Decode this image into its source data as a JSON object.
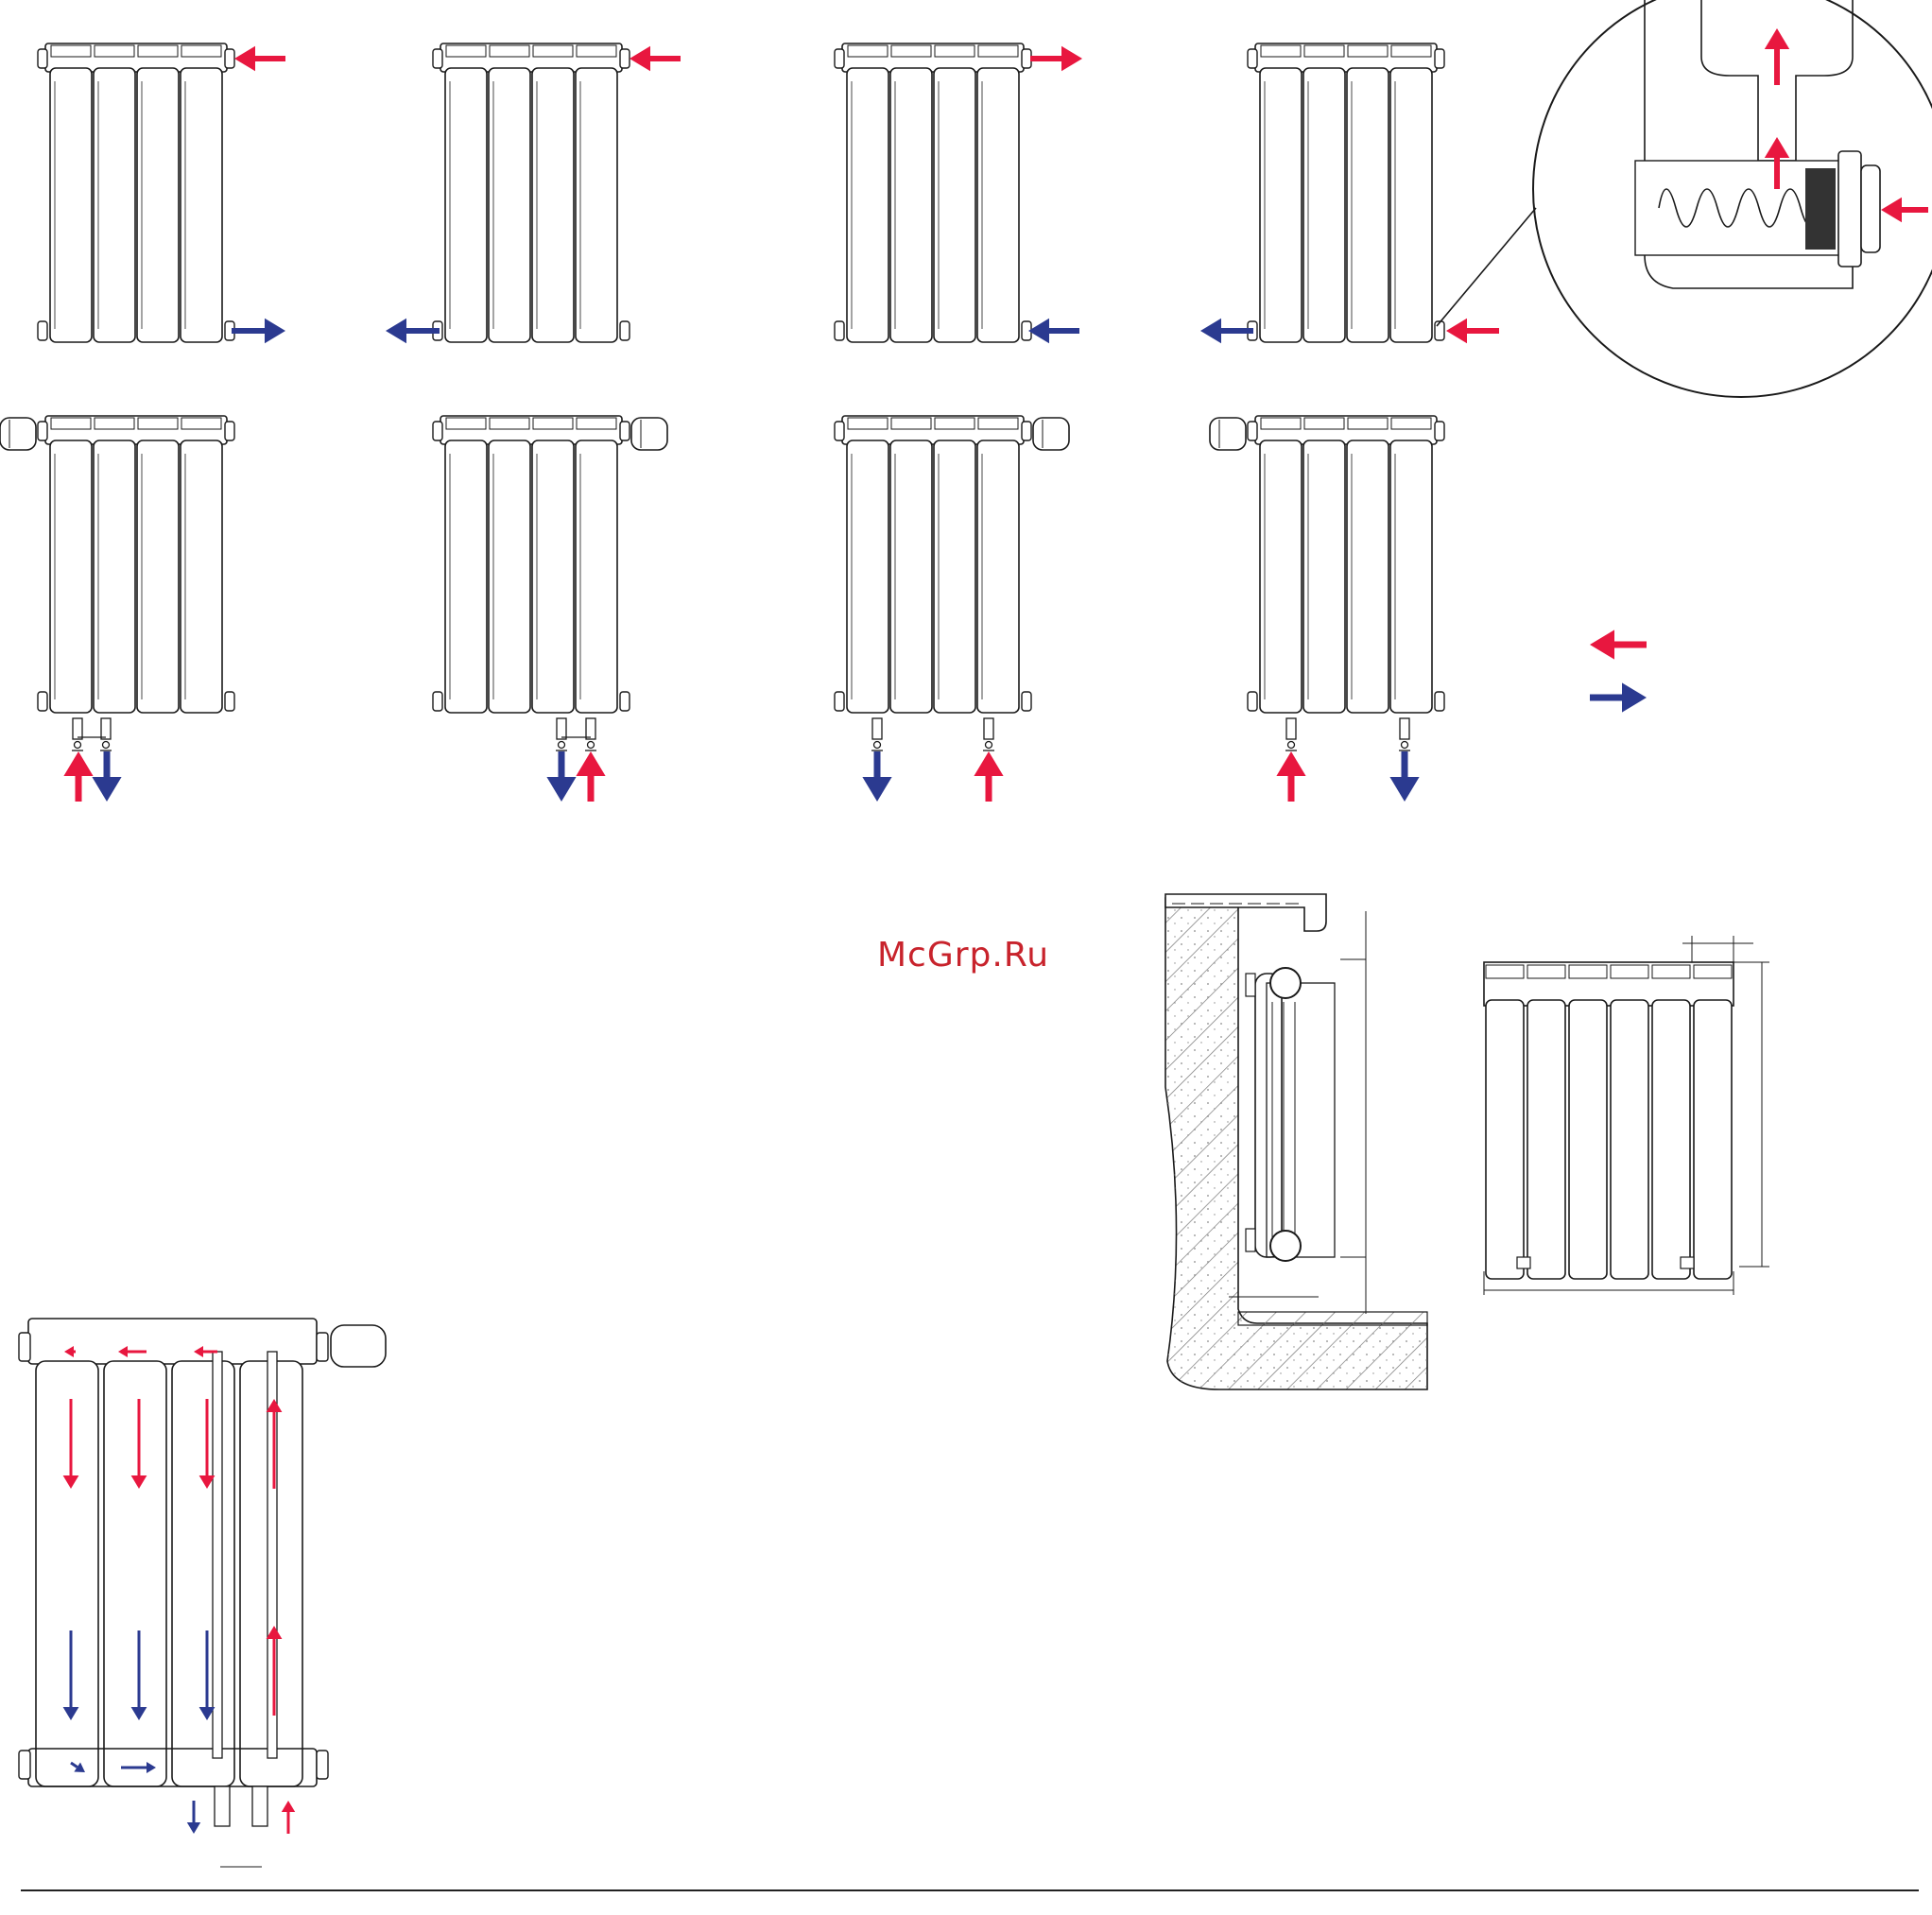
{
  "watermark": {
    "text": "McGrp.Ru"
  },
  "colors": {
    "supply": "#e8173f",
    "return": "#2b3a90",
    "line": "#1a1a1a",
    "watermark": "#c8232c"
  },
  "diagrams": {
    "side_connection_schemes": [
      {
        "name": "scheme-1",
        "supply": "top-right",
        "return": "bottom-right"
      },
      {
        "name": "scheme-2",
        "supply": "top-right",
        "return": "bottom-left"
      },
      {
        "name": "scheme-3",
        "supply": "bottom-right",
        "return": "top-right"
      },
      {
        "name": "scheme-4",
        "supply": "bottom-right",
        "return": "bottom-left",
        "detail": "valve-plug-zoom"
      }
    ],
    "bottom_connection_schemes": [
      {
        "name": "scheme-5",
        "supply": "bottom-left-a",
        "return": "bottom-left-b",
        "thermostat": "left"
      },
      {
        "name": "scheme-6",
        "supply": "bottom-right-b",
        "return": "bottom-right-a",
        "thermostat": "right"
      },
      {
        "name": "scheme-7",
        "supply": "bottom-right",
        "return": "bottom-left",
        "thermostat": "right"
      },
      {
        "name": "scheme-8",
        "supply": "bottom-left",
        "return": "bottom-right",
        "thermostat": "left"
      }
    ],
    "legend": [
      {
        "name": "supply-arrow",
        "direction": "left"
      },
      {
        "name": "return-arrow",
        "direction": "right"
      }
    ],
    "views": [
      "flow-cutaway",
      "wall-mount-section",
      "front-dimensions"
    ]
  }
}
